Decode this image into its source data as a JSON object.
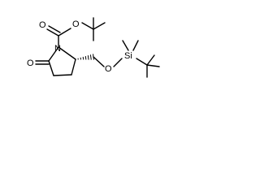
{
  "structure": {
    "atom_labels": {
      "carbonyl_o_top": "O",
      "ester_o": "O",
      "ring_n": "N",
      "lactam_o": "O",
      "ether_o": "O",
      "silicon": "Si"
    },
    "stereo_bond": "hashed-wedge",
    "bond_color": "#000000"
  }
}
